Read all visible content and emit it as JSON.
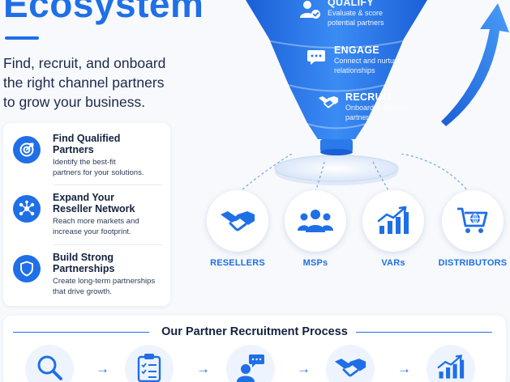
{
  "header": {
    "title": "Ecosystem",
    "intro_lines": [
      "Find, recruit, and onboard",
      "the right channel partners",
      "to grow your business."
    ]
  },
  "benefits": [
    {
      "title_lines": [
        "Find Qualified",
        "Partners"
      ],
      "desc_lines": [
        "Identify the best-fit",
        "partners for your solutions."
      ],
      "icon": "target-icon"
    },
    {
      "title_lines": [
        "Expand Your",
        "Reseller Network"
      ],
      "desc_lines": [
        "Reach more markets and",
        "increase your footprint."
      ],
      "icon": "network-icon"
    },
    {
      "title_lines": [
        "Build Strong",
        "Partnerships"
      ],
      "desc_lines": [
        "Create long-term partnerships",
        "that drive growth."
      ],
      "icon": "shield-icon"
    }
  ],
  "funnel": {
    "stages": [
      {
        "title": "QUALIFY",
        "desc_lines": [
          "Evaluate & score",
          "potential partners"
        ],
        "icon": "user-check-icon"
      },
      {
        "title": "ENGAGE",
        "desc_lines": [
          "Connect and nurture",
          "relationships"
        ],
        "icon": "chat-icon"
      },
      {
        "title": "RECRUIT",
        "desc_lines": [
          "Onboard & activate",
          "partners"
        ],
        "icon": "handshake-icon"
      }
    ]
  },
  "channels": [
    {
      "label": "RESELLERS",
      "icon": "handshake-icon"
    },
    {
      "label": "MSPs",
      "icon": "people-icon"
    },
    {
      "label": "VARs",
      "icon": "growth-chart-icon"
    },
    {
      "label": "DISTRIBUTORS",
      "icon": "cart-globe-icon"
    }
  ],
  "process": {
    "title": "Our Partner Recruitment Process",
    "arrow": "→",
    "steps": [
      {
        "icon": "search-icon"
      },
      {
        "icon": "checklist-icon"
      },
      {
        "icon": "chat-person-icon"
      },
      {
        "icon": "handshake-icon"
      },
      {
        "icon": "growth-chart-icon"
      }
    ]
  },
  "colors": {
    "accent": "#1f6fe6",
    "dark_text": "#14223f",
    "background": "#f7f9fc"
  }
}
